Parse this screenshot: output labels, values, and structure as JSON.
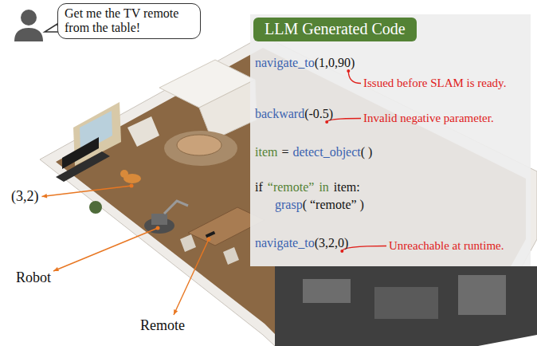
{
  "diagram": {
    "nodes": [
      {
        "text": [
          "Get me the TV remote from the table!"
        ]
      },
      {
        "text": [
          "LLM Generated Code"
        ]
      }
    ],
    "labels": [
      "navigate_to",
      "(1,0,90)",
      "Issued before SLAM is ready.",
      "backward",
      "(-0.5)",
      "Invalid negative parameter.",
      "item",
      "=",
      "detect_object",
      "( )",
      "if",
      "“remote”",
      "in",
      "item:",
      "grasp",
      "( “remote” )",
      "navigate_to",
      "(3,2,0)",
      "Unreachable at runtime.",
      "(3,2)",
      "Robot",
      "Remote"
    ]
  }
}
